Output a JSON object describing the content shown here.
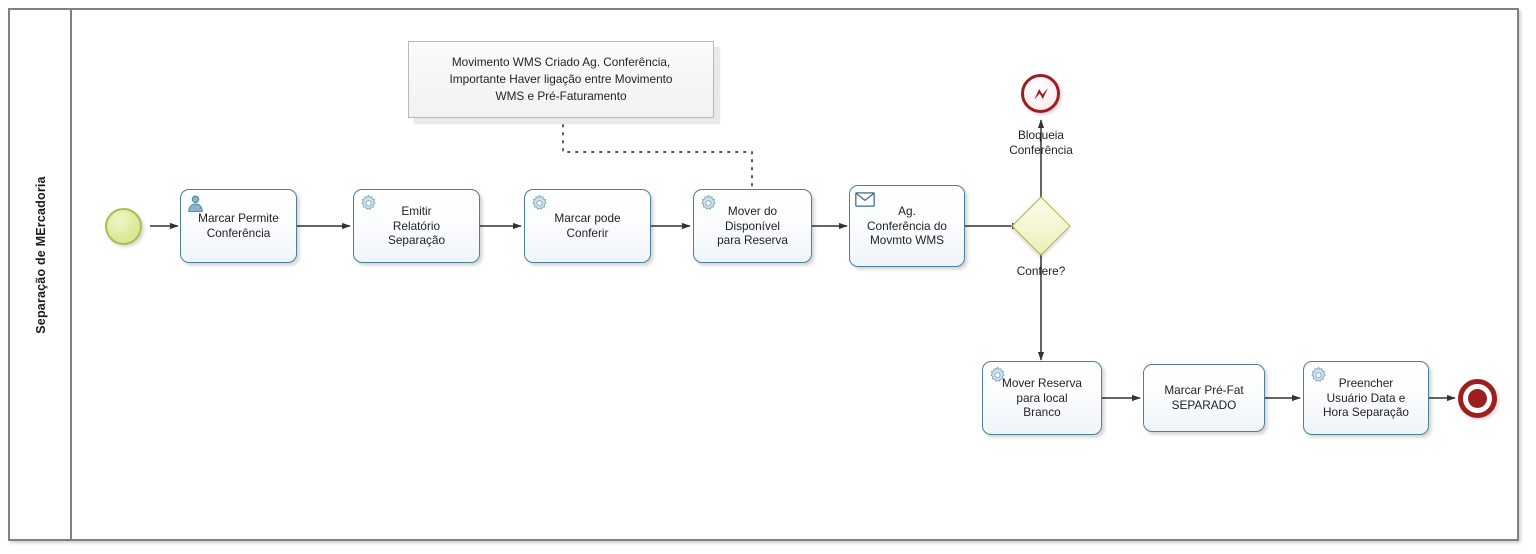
{
  "diagram": {
    "type": "bpmn-process",
    "title": "Separação de MErcadoria",
    "pool": {
      "lane_label": "Separação de MErcadoria"
    },
    "colors": {
      "task_border": "#4d7f97",
      "task_fill": "#f4f9fc",
      "start_event_border": "#a9bd56",
      "start_event_fill": "#d8e997",
      "error_event": "#9b1f21",
      "terminate_event": "#9b1f21",
      "gateway_border": "#b3b63f",
      "gateway_fill": "#f2f4cb",
      "pool_border": "#808080",
      "connector": "#333333",
      "annotation_border": "#b9b9b9",
      "annotation_fill": "#f2f2f2"
    },
    "nodes": {
      "start_event": {
        "name": "start-event",
        "kind": "start-event",
        "label": ""
      },
      "task_marcar_permite": {
        "name": "task-marcar-permite-conferencia",
        "kind": "user-task",
        "marker": "user-icon",
        "label": "Marcar Permite\nConferência"
      },
      "task_emitir_relatorio": {
        "name": "task-emitir-relatorio-separacao",
        "kind": "service-task",
        "marker": "gear-icon",
        "label": "Emitir\nRelatório\nSeparação"
      },
      "task_marcar_pode_conferir": {
        "name": "task-marcar-pode-conferir",
        "kind": "service-task",
        "marker": "gear-icon",
        "label": "Marcar pode\nConferir"
      },
      "task_mover_disponivel": {
        "name": "task-mover-do-disponivel-para-reserva",
        "kind": "service-task",
        "marker": "gear-icon",
        "label": "Mover do\nDisponível\npara Reserva"
      },
      "task_ag_conferencia": {
        "name": "task-ag-conferencia-do-movmto-wms",
        "kind": "receive-task",
        "marker": "envelope-icon",
        "label": "Ag.\nConferência do\nMovmto WMS"
      },
      "gateway_confere": {
        "name": "gateway-confere",
        "kind": "exclusive-gateway",
        "label": "Confere?"
      },
      "end_event_bloqueia": {
        "name": "end-event-bloqueia-conferencia",
        "kind": "error-end-event",
        "label": "Bloqueia\nConferência"
      },
      "task_mover_reserva": {
        "name": "task-mover-reserva-para-local-branco",
        "kind": "service-task",
        "marker": "gear-icon",
        "label": "Mover Reserva\npara local\nBranco"
      },
      "task_marcar_pre_fat": {
        "name": "task-marcar-pre-fat-separado",
        "kind": "task",
        "marker": "none",
        "label": "Marcar Pré-Fat\nSEPARADO"
      },
      "task_preencher_usuario": {
        "name": "task-preencher-usuario-data-hora-separacao",
        "kind": "service-task",
        "marker": "gear-icon",
        "label": "Preencher\nUsuário Data e\nHora Separação"
      },
      "end_event_final": {
        "name": "end-event-terminate",
        "kind": "terminate-end-event",
        "label": ""
      },
      "annotation": {
        "name": "text-annotation",
        "kind": "text-annotation",
        "text": "Movimento WMS Criado Ag. Conferência,\nImportante Haver ligação entre Movimento\nWMS e Pré-Faturamento"
      }
    },
    "flows": [
      {
        "name": "flow-start-to-marcar-permite",
        "from": "start_event",
        "to": "task_marcar_permite",
        "label": ""
      },
      {
        "name": "flow-marcar-permite-to-emitir",
        "from": "task_marcar_permite",
        "to": "task_emitir_relatorio",
        "label": ""
      },
      {
        "name": "flow-emitir-to-marcar-pode",
        "from": "task_emitir_relatorio",
        "to": "task_marcar_pode_conferir",
        "label": ""
      },
      {
        "name": "flow-marcar-pode-to-mover-disponivel",
        "from": "task_marcar_pode_conferir",
        "to": "task_mover_disponivel",
        "label": ""
      },
      {
        "name": "flow-mover-disponivel-to-ag-conferencia",
        "from": "task_mover_disponivel",
        "to": "task_ag_conferencia",
        "label": ""
      },
      {
        "name": "flow-ag-conferencia-to-gateway",
        "from": "task_ag_conferencia",
        "to": "gateway_confere",
        "label": ""
      },
      {
        "name": "flow-gateway-to-bloqueia",
        "from": "gateway_confere",
        "to": "end_event_bloqueia",
        "label": ""
      },
      {
        "name": "flow-gateway-to-mover-reserva",
        "from": "gateway_confere",
        "to": "task_mover_reserva",
        "label": ""
      },
      {
        "name": "flow-mover-reserva-to-marcar-pre-fat",
        "from": "task_mover_reserva",
        "to": "task_marcar_pre_fat",
        "label": ""
      },
      {
        "name": "flow-marcar-pre-fat-to-preencher",
        "from": "task_marcar_pre_fat",
        "to": "task_preencher_usuario",
        "label": ""
      },
      {
        "name": "flow-preencher-to-end",
        "from": "task_preencher_usuario",
        "to": "end_event_final",
        "label": ""
      },
      {
        "name": "association-annotation-to-mover-disponivel",
        "from": "annotation",
        "to": "task_mover_disponivel",
        "style": "dotted"
      }
    ]
  }
}
